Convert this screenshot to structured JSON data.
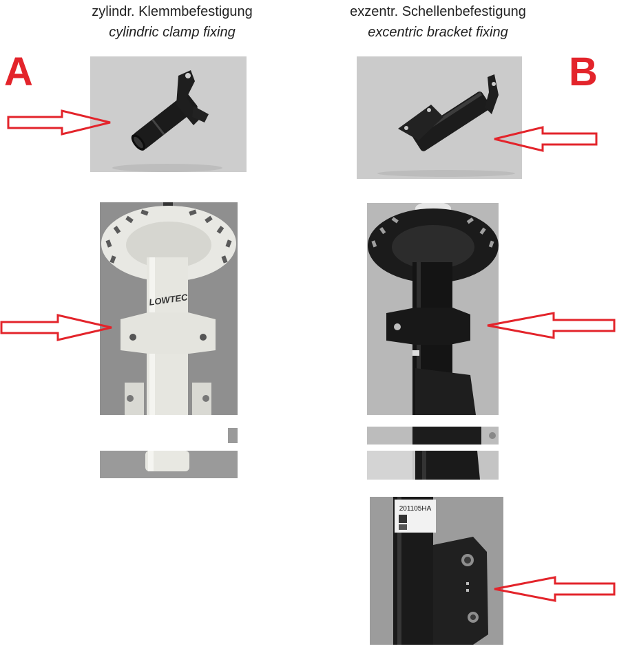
{
  "left": {
    "letter": "A",
    "caption_de": "zylindr. Klemmbefestigung",
    "caption_en": "cylindric clamp fixing"
  },
  "right": {
    "letter": "B",
    "caption_de": "exzentr. Schellenbefestigung",
    "caption_en": "excentric bracket fixing"
  },
  "strut_brand_text": "LOWTEC",
  "label_code": "201105HA",
  "colors": {
    "arrow_red": "#e3242b",
    "photo_bg": "#c9c9c9"
  }
}
